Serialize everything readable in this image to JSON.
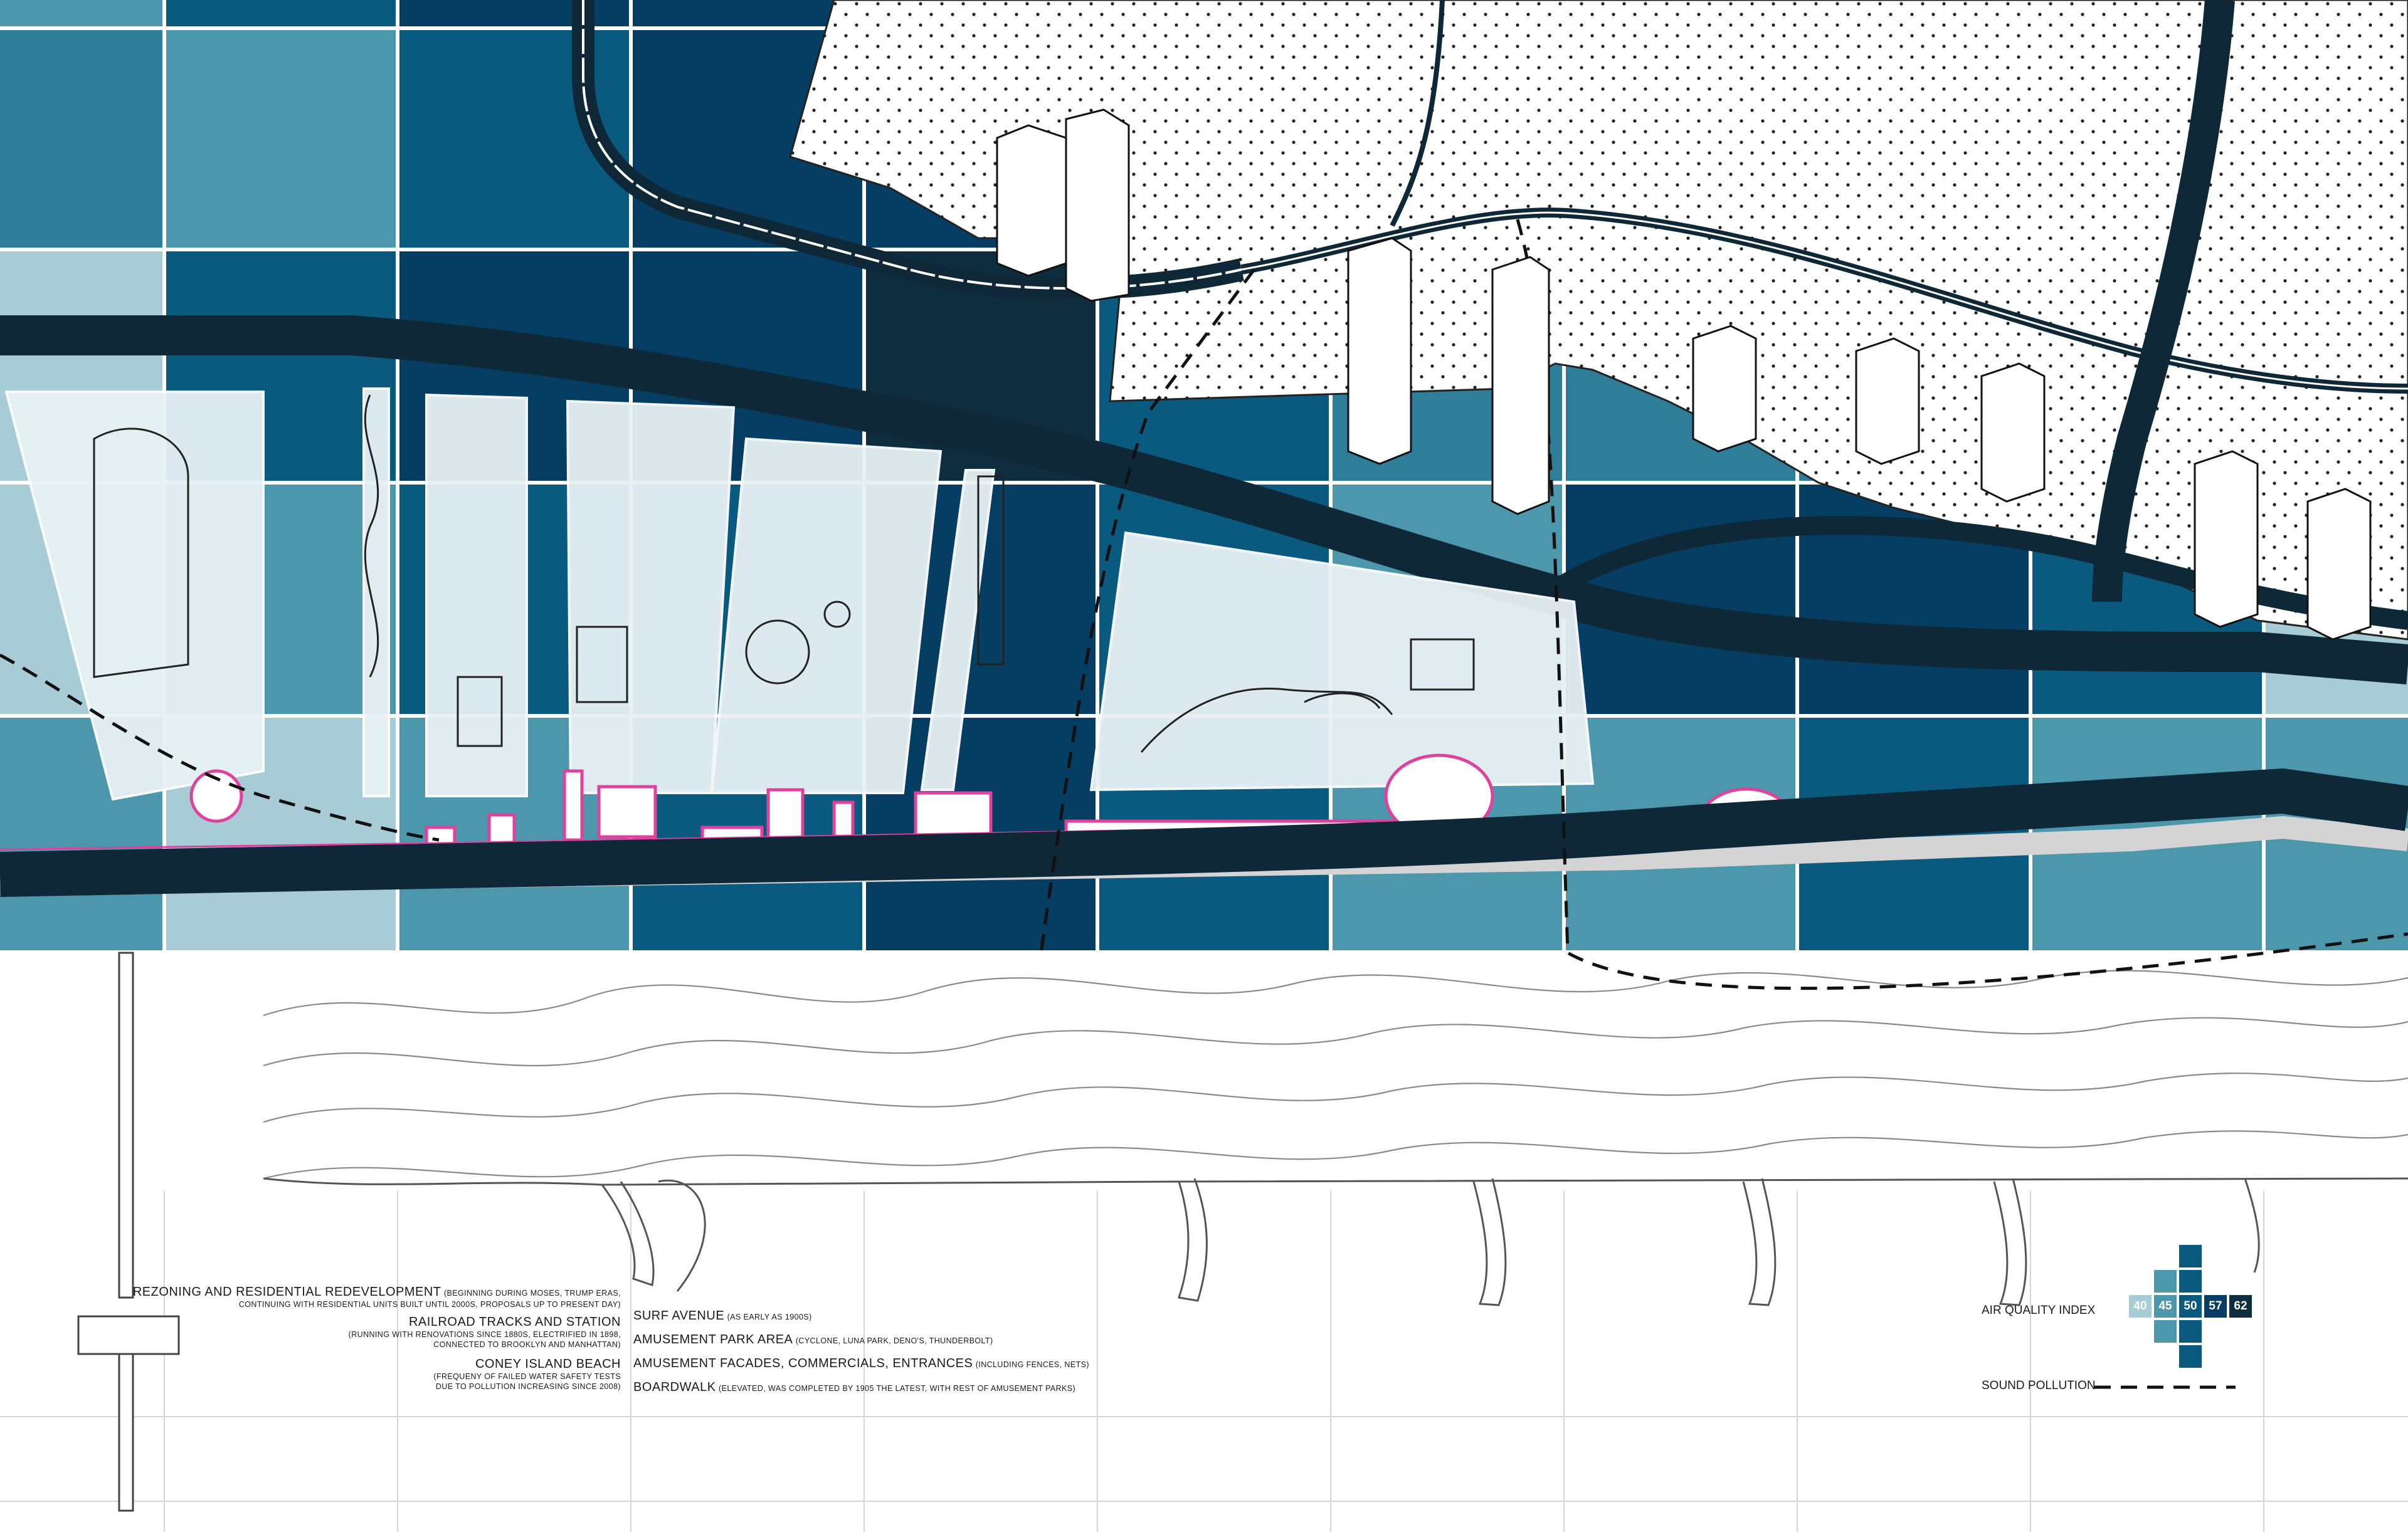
{
  "colors": {
    "grid_light": "#a8ccd6",
    "grid_mid": "#4d97ad",
    "grid_teal": "#2e7d99",
    "grid_deep": "#0a5a80",
    "grid_navy": "#063d62",
    "grid_darkest": "#0e2e3f",
    "road": "#0f2838",
    "park_fill": "#e8f1f4",
    "facade_magenta": "#e0409e",
    "stipple_bg": "#ffffff"
  },
  "legend": {
    "left": [
      {
        "title": "REZONING AND RESIDENTIAL REDEVELOPMENT",
        "note_inline": "(BEGINNING DURING MOSES, TRUMP ERAS,",
        "note": "CONTINUING WITH RESIDENTIAL UNITS BUILT UNTIL 2000s, PROPOSALS UP TO PRESENT DAY)"
      },
      {
        "title": "RAILROAD TRACKS AND STATION",
        "note": "(RUNNING WITH RENOVATIONS SINCE 1880s, ELECTRIFIED IN 1898,",
        "note2": "CONNECTED TO BROOKLYN AND MANHATTAN)"
      },
      {
        "title": "CONEY ISLAND BEACH",
        "note": "(FREQUENY OF FAILED WATER SAFETY TESTS",
        "note2": "DUE TO POLLUTION INCREASING SINCE 2008)"
      }
    ],
    "middle": [
      {
        "title": "SURF AVENUE",
        "note": "(AS EARLY AS 1900s)"
      },
      {
        "title": "AMUSEMENT PARK AREA",
        "note": "(CYCLONE, LUNA PARK, DENO'S, THUNDERBOLT)"
      },
      {
        "title": "AMUSEMENT FACADES, COMMERCIALS, ENTRANCES",
        "note": "(INCLUDING FENCES, NETS)"
      },
      {
        "title": "BOARDWALK",
        "note": "(ELEVATED, WAS COMPLETED BY 1905 THE LATEST, WITH REST OF AMUSEMENT PARKS)"
      }
    ],
    "air_quality": {
      "label": "AIR QUALITY INDEX",
      "values": [
        "40",
        "45",
        "50",
        "57",
        "62"
      ],
      "colors": [
        "#a8ccd6",
        "#4d97ad",
        "#0a5a80",
        "#063d62",
        "#0e2e3f"
      ]
    },
    "sound_pollution": {
      "label": "SOUND POLLUTION"
    }
  }
}
